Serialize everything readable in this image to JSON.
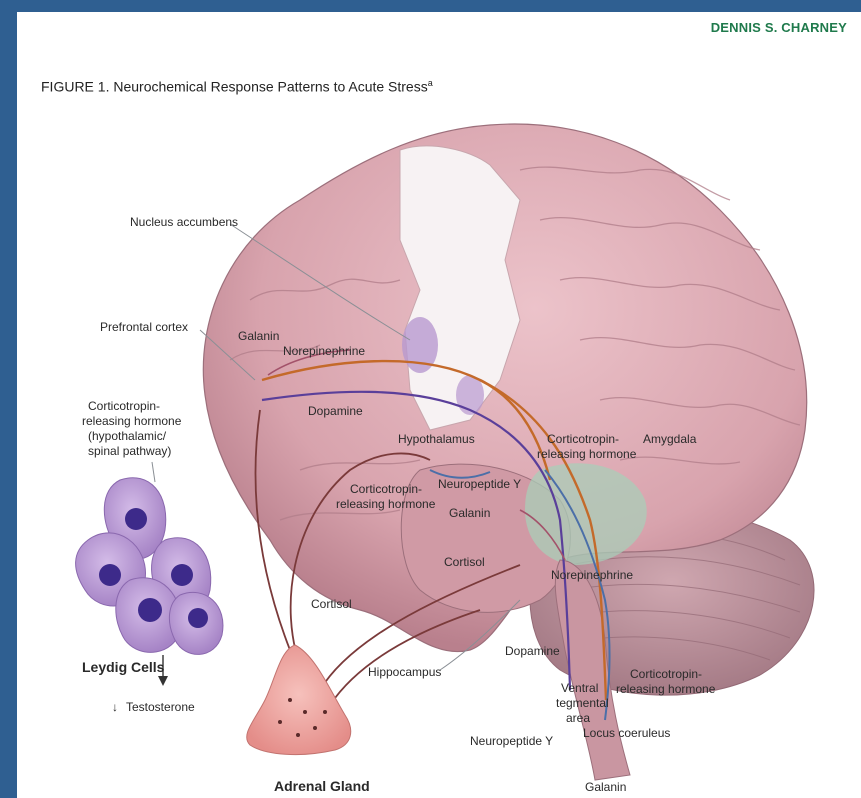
{
  "header": {
    "author": "DENNIS S. CHARNEY",
    "figure_caption": "FIGURE 1. Neurochemical Response Patterns to Acute Stress",
    "caption_superscript": "a"
  },
  "labels": {
    "nucleus_accumbens": "Nucleus accumbens",
    "prefrontal_cortex": "Prefrontal cortex",
    "galanin_top": "Galanin",
    "norepinephrine_top": "Norepinephrine",
    "dopamine_top": "Dopamine",
    "crh_spinal_1": "Corticotropin-",
    "crh_spinal_2": "releasing hormone",
    "crh_spinal_3": "(hypothalamic/",
    "crh_spinal_4": "spinal pathway)",
    "hypothalamus": "Hypothalamus",
    "crh_amyg_1": "Corticotropin-",
    "crh_amyg_2": "releasing hormone",
    "amygdala": "Amygdala",
    "crh_hyp_1": "Corticotropin-",
    "crh_hyp_2": "releasing hormone",
    "neuropeptide_y_mid": "Neuropeptide Y",
    "galanin_mid": "Galanin",
    "cortisol_mid": "Cortisol",
    "norepinephrine_low": "Norepinephrine",
    "cortisol_left": "Cortisol",
    "leydig_cells": "Leydig Cells",
    "testosterone": "Testosterone",
    "hippocampus": "Hippocampus",
    "dopamine_low": "Dopamine",
    "crh_lc_1": "Corticotropin-",
    "crh_lc_2": "releasing hormone",
    "vta_1": "Ventral",
    "vta_2": "tegmental",
    "vta_3": "area",
    "neuropeptide_y_low": "Neuropeptide Y",
    "locus_coeruleus": "Locus coeruleus",
    "adrenal_gland": "Adrenal Gland",
    "galanin_bottom": "Galanin",
    "down_arrow": "↓"
  },
  "colors": {
    "background": "#2f5f91",
    "author": "#1f7a4c",
    "brain": "#d8a3ad",
    "brain_shadow": "#c08a96",
    "cerebellum": "#b98e98",
    "amygdala": "#a9cdb8",
    "adrenal": "#f0a7a2",
    "leydig": "#b896d2",
    "nucleus": "#3d2a8a",
    "norepinephrine_path": "#c46a2a",
    "dopamine_path": "#5a3f9a",
    "crh_path": "#4b6fa8",
    "cortisol_path": "#7a3a3a"
  }
}
